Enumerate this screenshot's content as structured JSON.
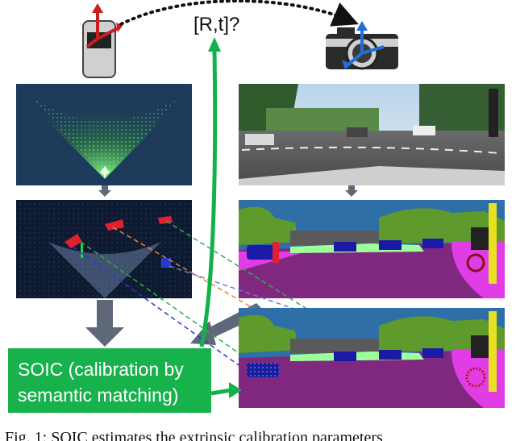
{
  "transform_label": "[R,t]?",
  "soic_box": {
    "line1": "SOIC (calibration by",
    "line2": "semantic matching)"
  },
  "caption": "Fig. 1: SOIC estimates the extrinsic calibration parameters",
  "colors": {
    "green_arrow": "#11b24a",
    "soic_box": "#17b24c",
    "gray_arrow": "#5e6878",
    "road": "#80287f",
    "sky": "#2e6fa8",
    "vegetation": "#5e9a2c",
    "building": "#5a5a5a",
    "sidewalk": "#e03de6",
    "car": "#1a1aa6",
    "grass": "#9cff9c"
  },
  "icons": [
    "lidar-sensor-icon",
    "camera-icon"
  ]
}
